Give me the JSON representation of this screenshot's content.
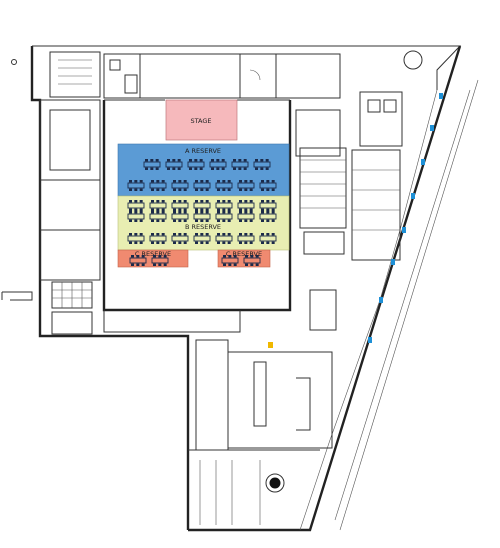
{
  "plan": {
    "stage_label": "STAGE",
    "zones": [
      {
        "key": "a",
        "label": "A RESERVE",
        "color": "#5b9bd5"
      },
      {
        "key": "b",
        "label": "B RESERVE",
        "color": "#e8eeb2"
      },
      {
        "key": "c1",
        "label": "C RESERVE",
        "color": "#f08a70"
      },
      {
        "key": "c2",
        "label": "C RESERVE",
        "color": "#f08a70"
      }
    ],
    "stage_color": "#f6b9bc",
    "seat_color": "#1b2a4a",
    "accent_blue": "#1e90d6"
  }
}
